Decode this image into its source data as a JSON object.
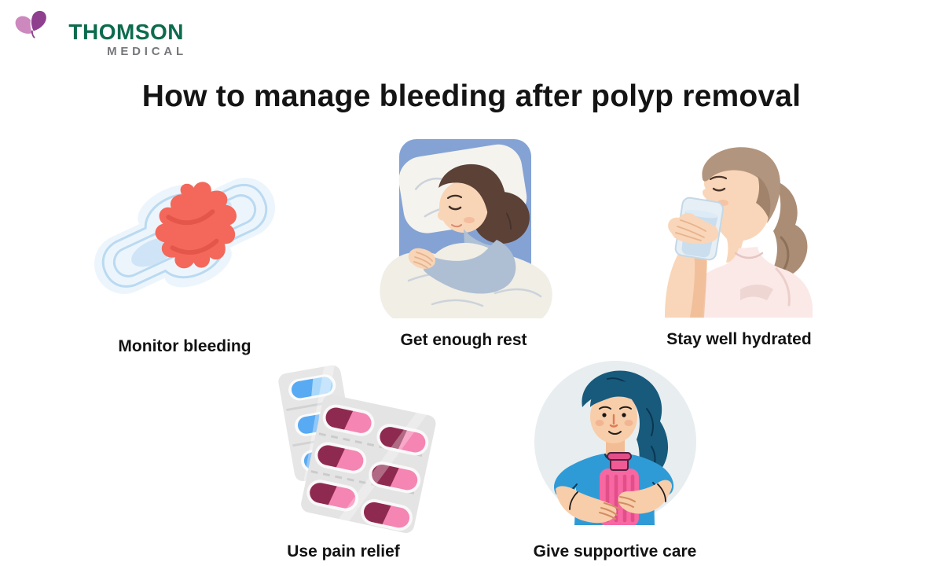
{
  "logo": {
    "name": "THOMSON",
    "subname": "MEDICAL",
    "icon": "butterfly-icon",
    "brand_green": "#0c6b4e",
    "brand_gray": "#76777a",
    "butterfly_purple": "#8e3f8e",
    "butterfly_pink": "#cd88be"
  },
  "title": "How to manage bleeding after polyp removal",
  "items": [
    {
      "id": "monitor-bleeding",
      "label": "Monitor bleeding",
      "icon": "sanitary-pad-icon"
    },
    {
      "id": "get-enough-rest",
      "label": "Get enough rest",
      "icon": "sleeping-woman-icon"
    },
    {
      "id": "stay-well-hydrated",
      "label": "Stay well hydrated",
      "icon": "woman-drinking-water-icon"
    },
    {
      "id": "use-pain-relief",
      "label": "Use pain relief",
      "icon": "pill-blister-packs-icon"
    },
    {
      "id": "give-supportive-care",
      "label": "Give supportive care",
      "icon": "woman-with-hot-water-bottle-icon"
    }
  ],
  "colors": {
    "title_text": "#141414",
    "label_text": "#121212",
    "pad_fill": "#edf5fc",
    "pad_line": "#badaf1",
    "blood_red": "#f3685b",
    "blood_red_dark": "#e4564a",
    "bed_blue": "#84a3d4",
    "blanket_white": "#f1eee6",
    "capsule_blue": "#58aaf3",
    "capsule_blue_light": "#a9d8fa",
    "capsule_maroon": "#8e2a50",
    "capsule_pink": "#f585b3",
    "blister_gray": "#e5e5e5",
    "shirt_pink": "#fbe9e7",
    "shirt_blue": "#2f9bd6",
    "bottle_pink": "#f767a2",
    "hair_teal": "#175a7c",
    "circle_bg": "#e8edf0"
  }
}
